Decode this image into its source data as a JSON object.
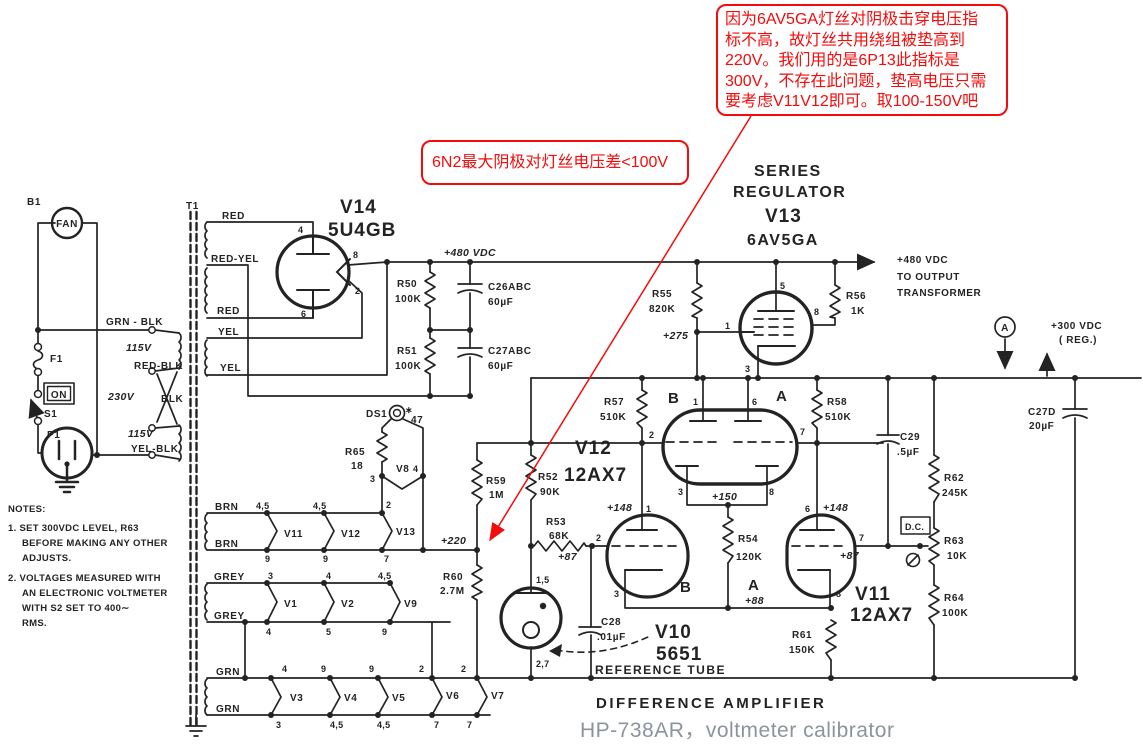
{
  "colors": {
    "ink": "#232323",
    "annotation_red": "#f20c0c",
    "caption_gray": "#8b949d",
    "paper": "#ffffff"
  },
  "ann": {
    "top_lines": [
      "因为6AV5GA灯丝对阴极击穿电压指",
      "标不高，故灯丝共用绕组被垫高到",
      "220V。我们用的是6P13此指标是",
      "300V，不存在此问题，垫高电压只需",
      "要考虑V11V12即可。取100-150V吧"
    ],
    "mid_note": "6N2最大阴极对灯丝电压差<100V",
    "caption": "HP-738AR，voltmeter calibrator"
  },
  "notes": {
    "title": "NOTES:",
    "l1": "1. SET 300VDC LEVEL, R63",
    "l2": "BEFORE MAKING ANY OTHER",
    "l3": "ADJUSTS.",
    "l4": "2. VOLTAGES MEASURED WITH",
    "l5": "AN ELECTRONIC VOLTMETER",
    "l6": "WITH S2 SET TO 400∼",
    "l7": "RMS."
  },
  "labels": {
    "b1": "B1",
    "fan": "FAN",
    "f1": "F1",
    "on": "ON",
    "s1": "S1",
    "p1": "P1",
    "t1": "T1",
    "grn_blk": "GRN - BLK",
    "v115a": "115V",
    "red_blk": "RED-BLK",
    "v230": "230V",
    "blk": "BLK",
    "v115b": "115V",
    "yel_blk": "YEL-BLK",
    "red_a": "RED",
    "red_yel": "RED-YEL",
    "red_b": "RED",
    "yel_a": "YEL",
    "yel_b": "YEL",
    "brn_a": "BRN",
    "brn_b": "BRN",
    "grey_a": "GREY",
    "grey_b": "GREY",
    "grn_a": "GRN",
    "grn_b": "GRN",
    "v14": "V14",
    "v14t": "5U4GB",
    "v14p4": "4",
    "v14p8": "8",
    "v14p2": "2",
    "v14p6": "6",
    "r50": "R50",
    "r50v": "100K",
    "r51": "R51",
    "r51v": "100K",
    "c26": "C26ABC",
    "c26v": "60µF",
    "c27": "C27ABC",
    "c27v": "60µF",
    "vdc480": "+480 VDC",
    "r55": "R55",
    "r55v": "820K",
    "v275": "+275",
    "ser1": "SERIES",
    "ser2": "REGULATOR",
    "v13": "V13",
    "v13t": "6AV5GA",
    "v13p5": "5",
    "v13p1": "1",
    "v13p8": "8",
    "v13p3": "3",
    "r56": "R56",
    "r56v": "1K",
    "out1": "+480 VDC",
    "out2": "TO OUTPUT",
    "out3": "TRANSFORMER",
    "acirc": "A",
    "vdc300": "+300 VDC",
    "reg": "( REG.)",
    "c27d": "C27D",
    "c27dv": "20µF",
    "r57": "R57",
    "r57v": "510K",
    "r58": "R58",
    "r58v": "510K",
    "v12b": "B",
    "v12a": "A",
    "v12": "V12",
    "v12t": "12AX7",
    "v12p1": "1",
    "v12p6": "6",
    "v12p2": "2",
    "v12p7": "7",
    "v12p3": "3",
    "v12p8": "8",
    "v150": "+150",
    "r52": "R52",
    "r52v": "90K",
    "r59": "R59",
    "r59v": "1M",
    "v220": "+220",
    "r60": "R60",
    "r60v": "2.7M",
    "ds1": "DS1",
    "star": "∗",
    "n47": "47",
    "r65": "R65",
    "r65v": "18",
    "v8": "V8",
    "v8p3": "3",
    "v8p4": "4",
    "vh11": "V11",
    "vh12": "V12",
    "vh13": "V13",
    "bp45a": "4,5",
    "bp45b": "4,5",
    "bp2": "2",
    "bp9a": "9",
    "bp9b": "9",
    "bp7": "7",
    "vh1": "V1",
    "vh2": "V2",
    "vh9": "V9",
    "gp3": "3",
    "gp4a": "4",
    "gp45": "4,5",
    "gp4b": "4",
    "gp5": "5",
    "gp9": "9",
    "vh3": "V3",
    "vh4": "V4",
    "vh5": "V5",
    "vh6": "V6",
    "vh7": "V7",
    "np4": "4",
    "np9a": "9",
    "np9b": "9",
    "np2a": "2",
    "np2b": "2",
    "np3": "3",
    "np45a": "4,5",
    "np45b": "4,5",
    "np7a": "7",
    "np7b": "7",
    "r53": "R53",
    "r53v": "68K",
    "v87a": "+87",
    "v87b": "+87",
    "v88": "+88",
    "v148a": "+148",
    "v148b": "+148",
    "r54": "R54",
    "r54v": "120K",
    "c28": "C28",
    "c28v": ".01µF",
    "v11p1": "1",
    "v11p2": "2",
    "v11p3": "3",
    "v11p6": "6",
    "v11p7": "7",
    "v11p8": "8",
    "v10": "V10",
    "v10t": "5651",
    "reft": "REFERENCE TUBE",
    "v10pt": "1,5",
    "v10pb": "2,7",
    "v11b": "B",
    "v11a": "A",
    "v11": "V11",
    "v11t": "12AX7",
    "r61": "R61",
    "r61v": "150K",
    "c29": "C29",
    "c29v": ".5µF",
    "r62": "R62",
    "r62v": "245K",
    "dc": "D.C.",
    "r63": "R63",
    "r63v": "10K",
    "r64": "R64",
    "r64v": "100K",
    "diffamp": "DIFFERENCE AMPLIFIER"
  }
}
